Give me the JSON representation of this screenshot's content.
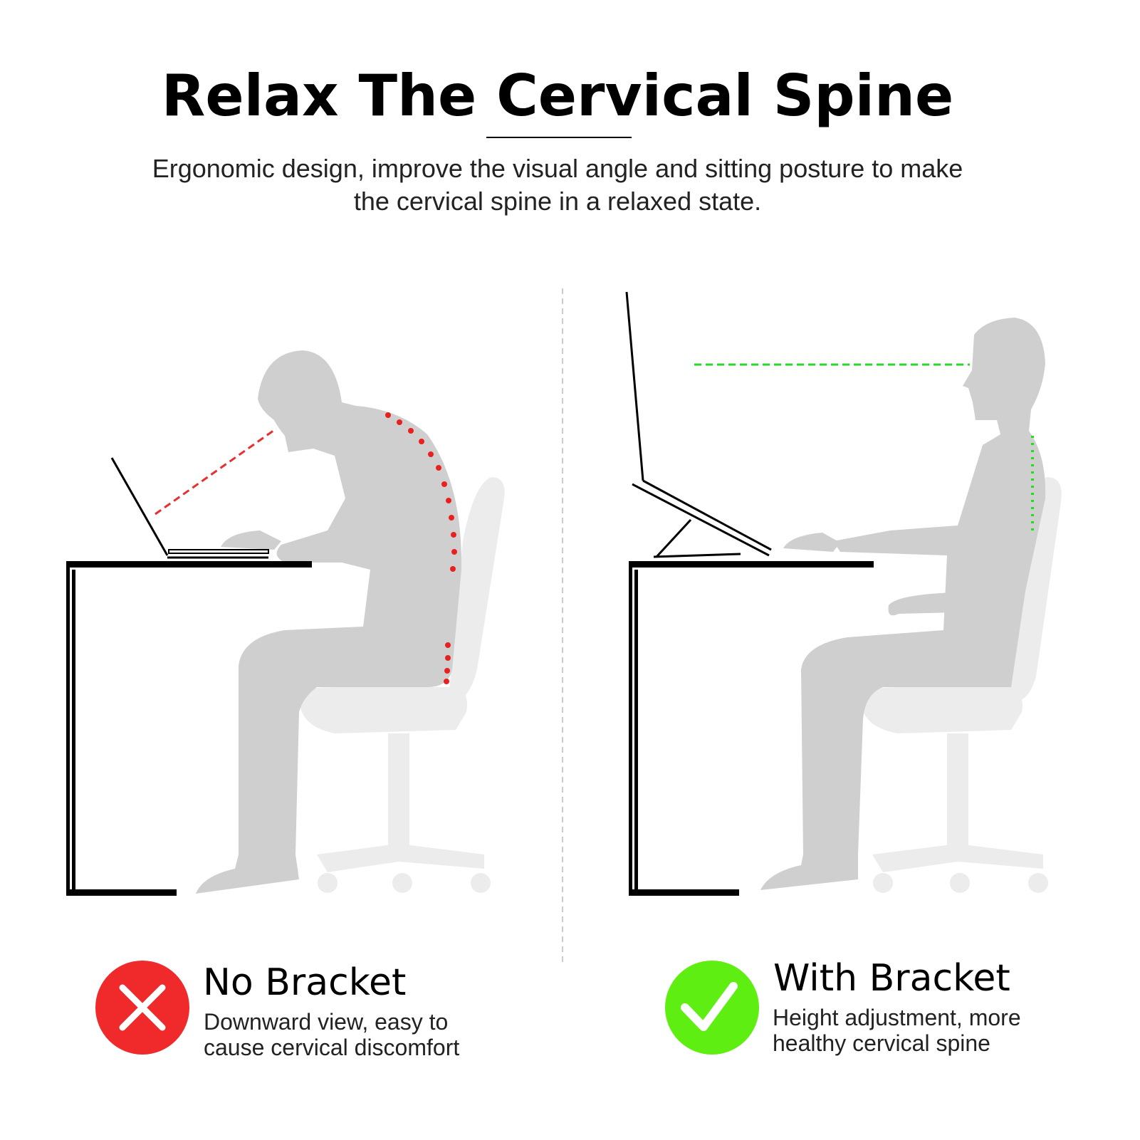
{
  "header": {
    "title": "Relax The Cervical Spine",
    "subtitle_line1": "Ergonomic design, improve the visual angle and sitting posture to make",
    "subtitle_line2": "the cervical spine in a relaxed state."
  },
  "comparison": [
    {
      "icon": "x-mark-icon",
      "title": "No Bracket",
      "desc_line1": "Downward view, easy to",
      "desc_line2": "cause cervical discomfort",
      "color": "#f02a2a"
    },
    {
      "icon": "check-mark-icon",
      "title": "With Bracket",
      "desc_line1": "Height adjustment, more",
      "desc_line2": "healthy cervical spine",
      "color": "#5fee12"
    }
  ],
  "colors": {
    "silhouette": "#cfcfcf",
    "chair": "#ececec",
    "bad_sightline": "#e83030",
    "good_sightline": "#22dd22"
  }
}
